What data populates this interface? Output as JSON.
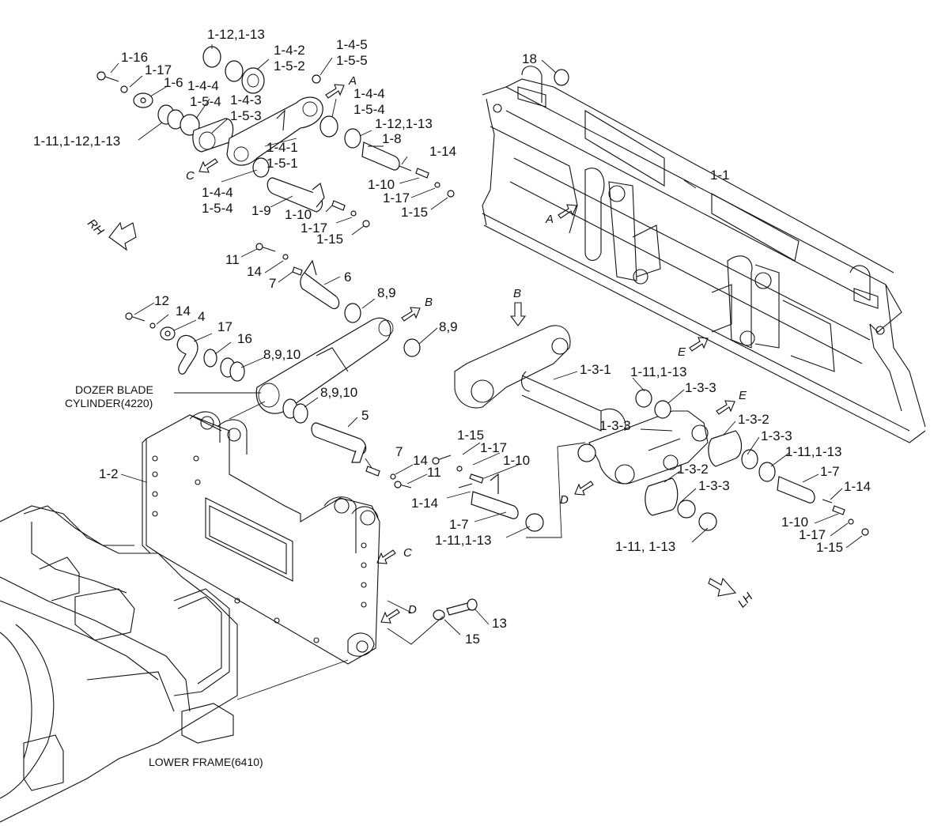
{
  "labels": {
    "l1_12_13_top": "1-12,1-13",
    "l1_16": "1-16",
    "l1_17_a": "1-17",
    "l1_6": "1-6",
    "l1_4_2": "1-4-2",
    "l1_5_2": "1-5-2",
    "l1_4_5": "1-4-5",
    "l1_5_5": "1-5-5",
    "l1_4_4_a": "1-4-4",
    "l1_5_4_a": "1-5-4",
    "l1_4_3": "1-4-3",
    "l1_5_3": "1-5-3",
    "l1_4_4_b": "1-4-4",
    "l1_5_4_b": "1-5-4",
    "l1_11_12_13": "1-11,1-12,1-13",
    "l1_12_13_mid": "1-12,1-13",
    "l1_8": "1-8",
    "l1_14_a": "1-14",
    "l1_4_1": "1-4-1",
    "l1_5_1": "1-5-1",
    "l1_10_a": "1-10",
    "l1_17_b": "1-17",
    "l1_15_a": "1-15",
    "l1_4_4_c": "1-4-4",
    "l1_5_4_c": "1-5-4",
    "l1_9": "1-9",
    "l1_10_b": "1-10",
    "l1_17_c": "1-17",
    "l1_15_b": "1-15",
    "l18": "18",
    "l1_1": "1-1",
    "l11": "11",
    "l14_a": "14",
    "l7_a": "7",
    "l6": "6",
    "l8_9_a": "8,9",
    "l12": "12",
    "l14_b": "14",
    "l4": "4",
    "l17": "17",
    "l16": "16",
    "l8_9_10_a": "8,9,10",
    "l8_9_b": "8,9",
    "dozer_blade": "DOZER BLADE",
    "cylinder": "CYLINDER(4220)",
    "l8_9_10_b": "8,9,10",
    "l5": "5",
    "l1_3_1": "1-3-1",
    "l1_11_13_a": "1-11,1-13",
    "l1_3_3_a": "1-3-3",
    "l1_3_3_b": "1-3-3",
    "l1_3_2_a": "1-3-2",
    "l1_3_3_c": "1-3-3",
    "l1_11_13_b": "1-11,1-13",
    "l1_7_a": "1-7",
    "l1_14_b": "1-14",
    "l1_3_2_b": "1-3-2",
    "l1_3_3_d": "1-3-3",
    "l1_10_c": "1-10",
    "l1_17_d": "1-17",
    "l1_15_c": "1-15",
    "l1_11_13_c": "1-11, 1-13",
    "l1_2": "1-2",
    "l1_15_d": "1-15",
    "l1_17_e": "1-17",
    "l1_10_d": "1-10",
    "l7_b": "7",
    "l14_c": "14",
    "l11_b": "11",
    "l1_14_c": "1-14",
    "l1_7_b": "1-7",
    "l1_11_13_d": "1-11,1-13",
    "l13": "13",
    "l15": "15",
    "lower_frame": "LOWER FRAME(6410)",
    "arrow_A_1": "A",
    "arrow_A_2": "A",
    "arrow_B_1": "B",
    "arrow_B_2": "B",
    "arrow_C_1": "C",
    "arrow_C_2": "C",
    "arrow_D_1": "D",
    "arrow_D_2": "D",
    "arrow_E_1": "E",
    "arrow_E_2": "E",
    "rh": "RH",
    "lh": "LH"
  }
}
